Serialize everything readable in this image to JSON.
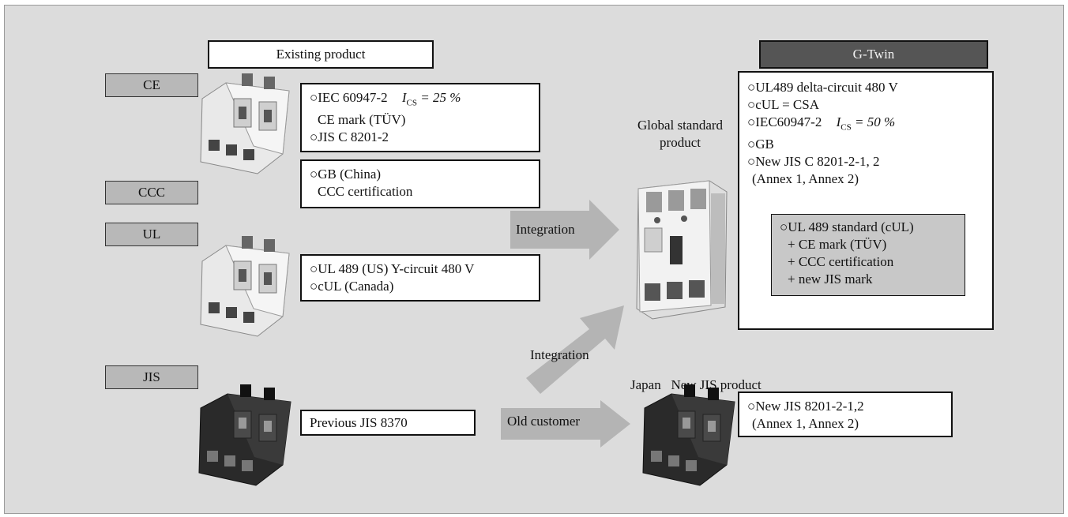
{
  "existing_title": "Existing product",
  "gtwin_title": "G-Twin",
  "standards": {
    "ce": "CE",
    "ccc": "CCC",
    "ul": "UL",
    "jis": "JIS"
  },
  "boxes": {
    "iec": [
      "○IEC 60947-2",
      "CE mark (TÜV)",
      "○JIS C 8201-2"
    ],
    "iec_ics": "I",
    "iec_ics_sub": "CS",
    "iec_ics_val": " = 25 %",
    "gb": [
      "○GB (China)",
      "CCC certification"
    ],
    "ul": [
      "○UL 489 (US) Y-circuit 480 V",
      "○cUL (Canada)"
    ],
    "prev_jis": "Previous JIS 8370",
    "new_jis": [
      "○New JIS 8201-2-1,2",
      "(Annex 1, Annex 2)"
    ],
    "gtwin": [
      "○UL489 delta-circuit 480 V",
      "○cUL = CSA",
      "○IEC60947-2",
      "○GB",
      "○New JIS C 8201-2-1, 2",
      "(Annex 1, Annex 2)"
    ],
    "gtwin_ics": "I",
    "gtwin_ics_sub": "CS",
    "gtwin_ics_val": " = 50 %",
    "gtwin_inner": [
      "○UL 489 standard (cUL)",
      "+ CE mark (TÜV)",
      "+ CCC certification",
      "+ new JIS mark"
    ]
  },
  "labels": {
    "global": [
      "Global standard",
      "product"
    ],
    "japan": "Japan   New JIS product"
  },
  "arrows": {
    "integration_1": "Integration",
    "integration_2": "Integration",
    "old_customer": "Old customer"
  },
  "colors": {
    "background": "#dcdcdc",
    "standard_tab": "#b8b8b8",
    "gtwin_title_bg": "#555555",
    "inner_box": "#c8c8c8",
    "arrow": "#b4b4b4"
  },
  "icons": [
    "breaker-white-2pole",
    "breaker-white-2pole",
    "breaker-white-3pole",
    "breaker-black-3pole",
    "breaker-black-3pole"
  ]
}
